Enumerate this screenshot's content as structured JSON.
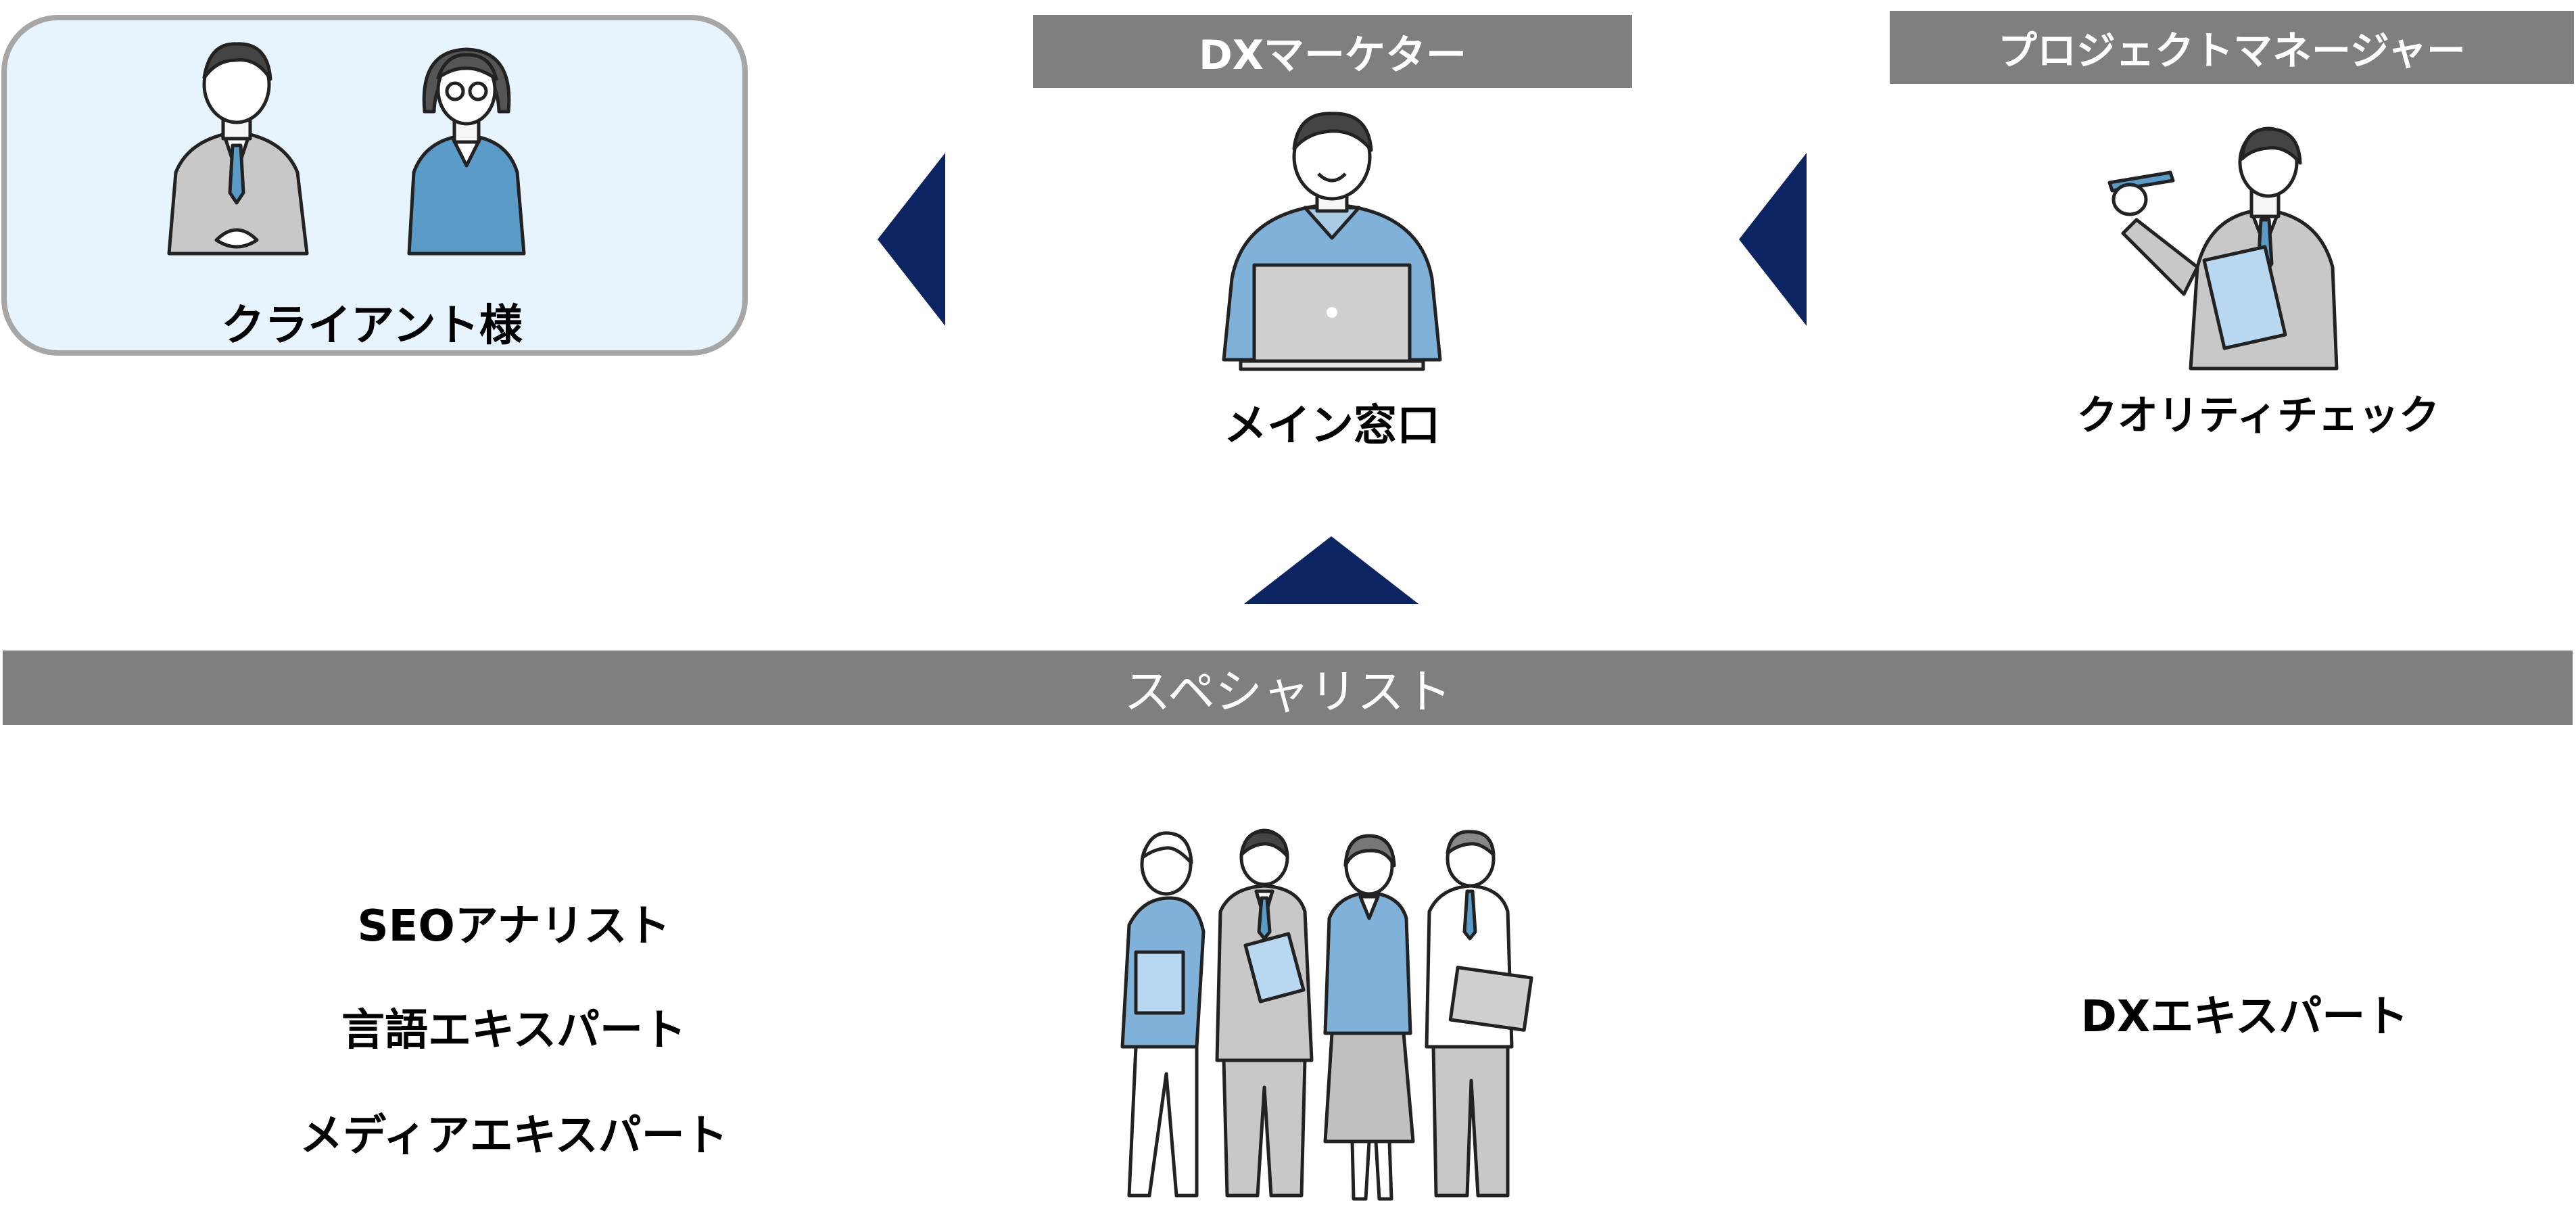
{
  "client": {
    "label": "クライアント様",
    "fill": "#e8f4fd",
    "border": "#a6a6a6"
  },
  "dx_marketer": {
    "title": "DXマーケター",
    "caption": "メイン窓口"
  },
  "project_manager": {
    "title": "プロジェクトマネージャー",
    "caption": "クオリティチェック"
  },
  "specialists": {
    "title": "スペシャリスト",
    "roles": [
      "SEOアナリスト",
      "言語エキスパート",
      "メディアエキスパート"
    ],
    "right_role": "DXエキスパート"
  },
  "colors": {
    "arrow": "#0c2461",
    "bar": "#7f7f7f",
    "shirt_blue": "#7fb1d9",
    "suit_gray": "#c0c0c0",
    "suit_blue": "#5b9bc8"
  },
  "icons": [
    "client-people-illustration",
    "marketer-laptop-illustration",
    "pm-notebook-illustration",
    "specialist-team-illustration"
  ]
}
